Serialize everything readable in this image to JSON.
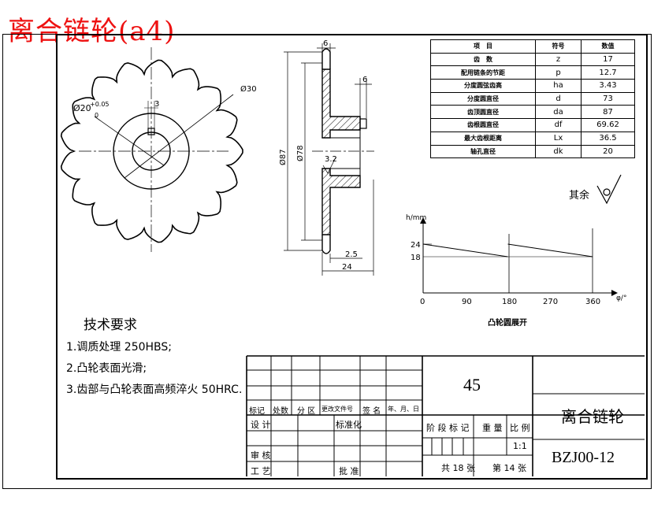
{
  "title": "离合链轮(a4)",
  "params_table": {
    "headers": [
      "项　目",
      "符号",
      "数值"
    ],
    "rows": [
      {
        "name": "齿　数",
        "symbol": "z",
        "value": "17"
      },
      {
        "name": "配用链条的节距",
        "symbol": "p",
        "value": "12.7"
      },
      {
        "name": "分度圆弦齿高",
        "symbol": "ha",
        "value": "3.43"
      },
      {
        "name": "分度圆直径",
        "symbol": "d",
        "value": "73"
      },
      {
        "name": "齿顶圆直径",
        "symbol": "da",
        "value": "87"
      },
      {
        "name": "齿根圆直径",
        "symbol": "df",
        "value": "69.62"
      },
      {
        "name": "最大齿根距离",
        "symbol": "Lx",
        "value": "36.5"
      },
      {
        "name": "轴孔直径",
        "symbol": "dk",
        "value": "20"
      }
    ]
  },
  "front_view": {
    "dim_bore": "Ø20",
    "tol_upper": "+0.05",
    "tol_lower": "0",
    "dim_keyway": "3",
    "dim_hub": "Ø30"
  },
  "section_view": {
    "dim_top_width": "6",
    "dim_hub_width": "6",
    "dim_od": "Ø87",
    "dim_pitch": "Ø78",
    "roughness": "3.2",
    "dim_tooth": "2.5",
    "dim_total": "24"
  },
  "roughness_note": {
    "label": "其余"
  },
  "cam_chart": {
    "ylabel": "h/mm",
    "xlabel": "φ/°",
    "caption": "凸轮圆展开",
    "y_ticks": [
      "24",
      "18"
    ],
    "x_ticks": [
      "0",
      "90",
      "180",
      "270",
      "360"
    ]
  },
  "chart_data": {
    "type": "line",
    "title": "凸轮圆展开",
    "xlabel": "φ/°",
    "ylabel": "h/mm",
    "x_ticks": [
      0,
      90,
      180,
      270,
      360
    ],
    "y_ticks": [
      18,
      24
    ],
    "series": [
      {
        "points": [
          [
            0,
            24
          ],
          [
            180,
            18
          ]
        ]
      },
      {
        "points": [
          [
            180,
            24
          ],
          [
            360,
            18
          ]
        ]
      }
    ]
  },
  "requirements": {
    "title": "技术要求",
    "items": [
      "1.调质处理 250HBS;",
      "2.凸轮表面光滑;",
      "3.齿部与凸轮表面高频淬火 50HRC."
    ]
  },
  "title_block": {
    "material": "45",
    "part_name": "离合链轮",
    "drawing_no": "BZJ00-12",
    "scale": "1:1",
    "sheets_total": "共 18 张",
    "sheet_no": "第 14 张",
    "rev_headers": [
      "标记",
      "处数",
      "分 区",
      "更改文件号",
      "签 名",
      "年、月、日"
    ],
    "row_design": "设 计",
    "row_standard": "标准化",
    "row_review": "审 核",
    "row_process": "工 艺",
    "row_approve": "批 准",
    "stage_label": "阶 段 标 记",
    "weight_label": "重 量",
    "scale_label": "比 例"
  }
}
